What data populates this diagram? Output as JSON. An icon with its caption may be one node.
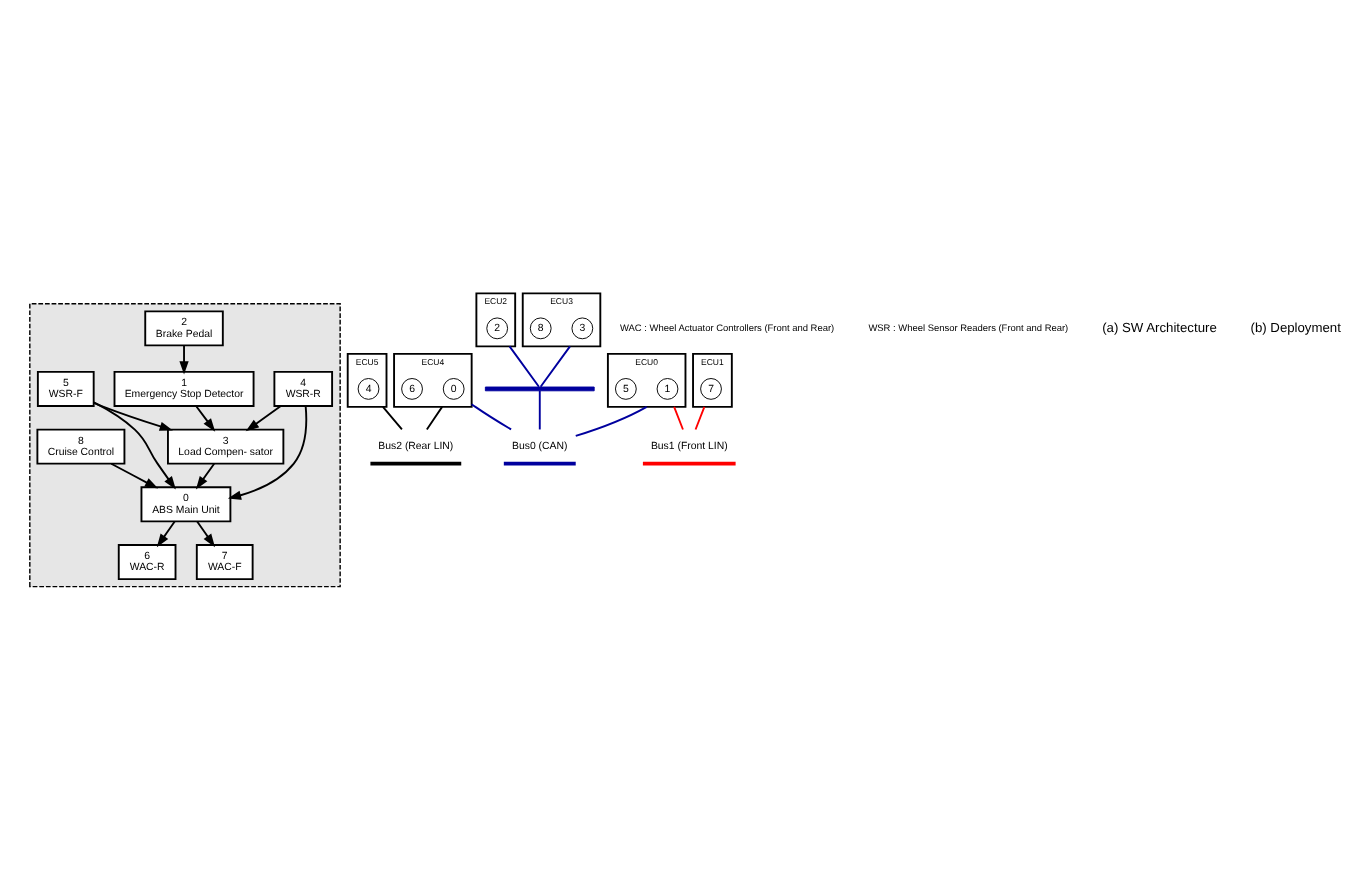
{
  "diagram": {
    "nodes": [
      {
        "text": [],
        "shape": "box"
      },
      {
        "text": [
          "0",
          "ABS Main Unit"
        ],
        "in": 0
      },
      {
        "text": [
          "1",
          "Emergency Stop Detector"
        ],
        "in": 0
      },
      {
        "text": [
          "2",
          "Brake Pedal"
        ],
        "in": 0
      },
      {
        "text": [
          "3",
          "Load Compen- sator"
        ],
        "in": 0
      },
      {
        "text": [
          "4",
          "WSR-R"
        ],
        "in": 0
      },
      {
        "text": [
          "5",
          "WSR-F"
        ],
        "in": 0
      },
      {
        "text": [
          "6",
          "WAC-R"
        ],
        "in": 0
      },
      {
        "text": [
          "7",
          "WAC-F"
        ],
        "in": 0
      },
      {
        "text": [
          "8",
          "Cruise Control"
        ],
        "in": 0
      },
      {
        "text": [
          "ECU4"
        ]
      },
      {
        "text": [
          "0"
        ],
        "in": 10
      },
      {
        "text": [
          "6"
        ],
        "in": 10
      },
      {
        "text": [
          "ECU5"
        ]
      },
      {
        "text": [
          "4"
        ],
        "in": 13
      },
      {
        "text": [
          "Bus2 (Rear LIN)"
        ]
      },
      {
        "text": [
          "ECU2"
        ]
      },
      {
        "text": [
          "2"
        ],
        "in": 16
      },
      {
        "text": [
          "ECU3"
        ]
      },
      {
        "text": [
          "3"
        ],
        "in": 18
      },
      {
        "text": [
          "8"
        ],
        "in": 18
      },
      {
        "text": [],
        "shape": "bar"
      },
      {
        "text": [
          "ECU0"
        ]
      },
      {
        "text": [
          "1"
        ],
        "in": 22
      },
      {
        "text": [
          "5"
        ],
        "in": 22
      },
      {
        "text": [
          "ECU1"
        ]
      },
      {
        "text": [
          "7"
        ],
        "in": 25
      },
      {
        "text": [
          "Bus0 (CAN)"
        ]
      },
      {
        "text": [
          "Bus1 (Front LIN)"
        ]
      }
    ],
    "edges": [
      {
        "from": 4,
        "to": 1,
        "arrow": "to"
      },
      {
        "from": 1,
        "to": 8,
        "arrow": "to"
      },
      {
        "from": 1,
        "to": 7,
        "arrow": "to"
      },
      {
        "from": 6,
        "to": 1,
        "arrow": "to"
      },
      {
        "from": 5,
        "to": 1,
        "arrow": "to"
      },
      {
        "from": 6,
        "to": 4,
        "arrow": "to"
      },
      {
        "from": 5,
        "to": 4,
        "arrow": "to"
      },
      {
        "from": 2,
        "to": 4,
        "arrow": "to"
      },
      {
        "from": 9,
        "to": 1,
        "arrow": "to"
      },
      {
        "from": 3,
        "to": 2,
        "arrow": "to"
      },
      {
        "from": 10,
        "to": 27,
        "arrow": "none",
        "color": "#00009e"
      },
      {
        "from": 16,
        "to": 21,
        "arrow": "none",
        "color": "#00009e"
      },
      {
        "from": 18,
        "to": 21,
        "arrow": "none",
        "color": "#00009e"
      },
      {
        "from": 21,
        "to": 27,
        "arrow": "none",
        "color": "#00009e"
      },
      {
        "from": 22,
        "to": 27,
        "arrow": "none",
        "color": "#00009e"
      },
      {
        "from": 22,
        "to": 28,
        "arrow": "none",
        "color": "#ff0000"
      },
      {
        "from": 25,
        "to": 28,
        "arrow": "none",
        "color": "#ff0000"
      },
      {
        "from": 10,
        "to": 15,
        "arrow": "none"
      },
      {
        "from": 13,
        "to": 15,
        "arrow": "none"
      }
    ],
    "labels": [
      "WAC : Wheel Actuator Controllers (Front and Rear)",
      "WSR : Wheel Sensor Readers (Front and Rear)",
      "(a) SW Architecture",
      "(b) Deployment"
    ]
  }
}
